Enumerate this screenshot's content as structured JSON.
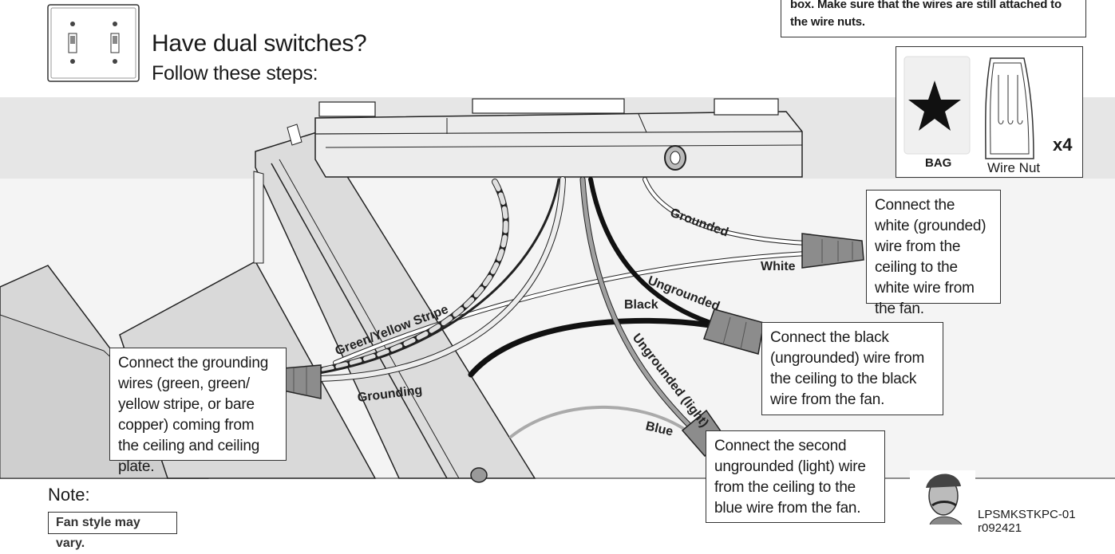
{
  "header": {
    "title": "Have dual switches?",
    "subtitle": "Follow these steps:"
  },
  "top_note": {
    "text": "box. Make sure that the wires are still attached to the wire nuts."
  },
  "parts": {
    "bag_label": "BAG",
    "wire_nut_label": "Wire Nut",
    "quantity": "x4"
  },
  "wire_labels": {
    "grounded": "Grounded",
    "white": "White",
    "ungrounded": "Ungrounded",
    "black": "Black",
    "ungrounded_light": "Ungrounded (light)",
    "blue": "Blue",
    "green_yellow": "Green/Yellow Stripe",
    "grounding": "Grounding"
  },
  "callouts": {
    "white": "Connect the white (grounded) wire from the ceiling to the white wire from the fan.",
    "black": "Connect the black (ungrounded) wire from the ceiling to the black wire from the fan.",
    "light": "Connect the second ungrounded (light) wire from the ceiling to the blue wire from the fan.",
    "grounding": "Connect the  grounding wires (green, green/ yellow stripe, or bare copper) coming from the ceiling and ceiling plate."
  },
  "note": {
    "heading": "Note:",
    "text": "Fan style may vary."
  },
  "footer": {
    "code": "LPSMKSTKPC-01 r092421"
  },
  "icons": [
    "dual-switch-plate-icon",
    "star-icon",
    "wire-nut-icon",
    "mascot-icon"
  ],
  "colors": {
    "ceiling_band": "#e6e6e6",
    "panel_gray": "#d9d9d9",
    "wire_black": "#111111",
    "wire_gray": "#9a9a9a",
    "wire_nut_gray": "#8c8c8c"
  }
}
